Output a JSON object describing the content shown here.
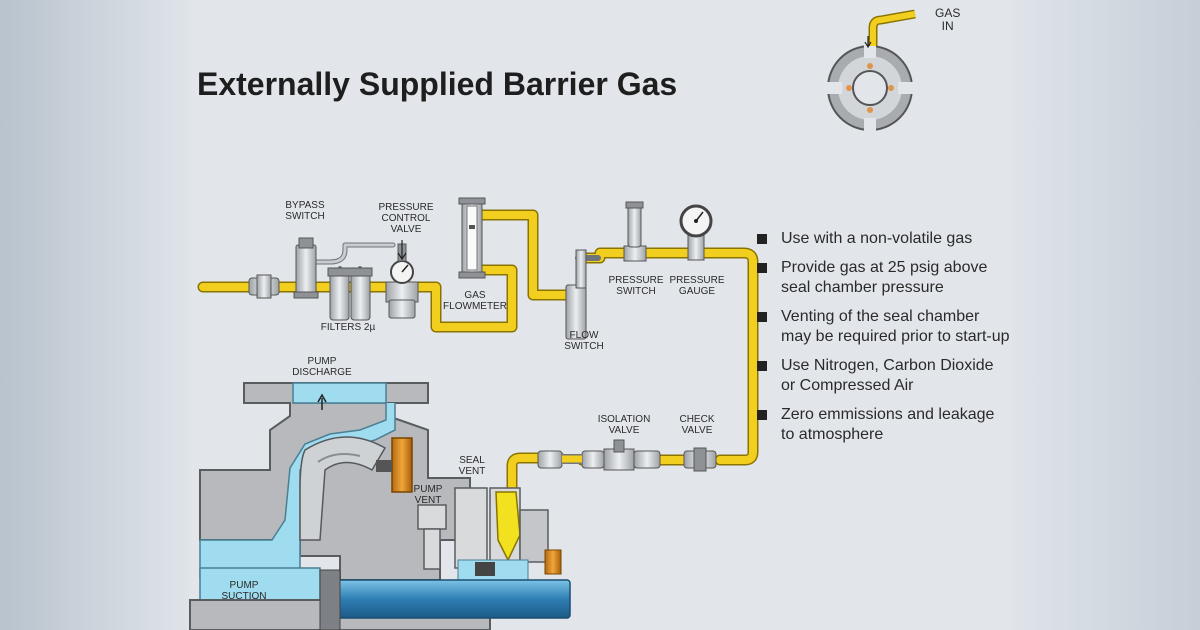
{
  "title": "Externally Supplied Barrier Gas",
  "gas_in": {
    "line1": "GAS",
    "line2": "IN"
  },
  "labels": {
    "bypass_switch": {
      "line1": "BYPASS",
      "line2": "SWITCH"
    },
    "pressure_control_valve": {
      "line1": "PRESSURE",
      "line2": "CONTROL",
      "line3": "VALVE"
    },
    "filters": "FILTERS 2µ",
    "gas_flowmeter": {
      "line1": "GAS",
      "line2": "FLOWMETER"
    },
    "flow_switch": {
      "line1": "FLOW",
      "line2": "SWITCH"
    },
    "pressure_switch": {
      "line1": "PRESSURE",
      "line2": "SWITCH"
    },
    "pressure_gauge": {
      "line1": "PRESSURE",
      "line2": "GAUGE"
    },
    "pump_discharge": {
      "line1": "PUMP",
      "line2": "DISCHARGE"
    },
    "pump_vent": {
      "line1": "PUMP",
      "line2": "VENT"
    },
    "seal_vent": {
      "line1": "SEAL",
      "line2": "VENT"
    },
    "isolation_valve": {
      "line1": "ISOLATION",
      "line2": "VALVE"
    },
    "check_valve": {
      "line1": "CHECK",
      "line2": "VALVE"
    },
    "pump_suction": {
      "line1": "PUMP",
      "line2": "SUCTION"
    }
  },
  "bullets": [
    {
      "text": "Use with a non-volatile gas"
    },
    {
      "text": "Provide gas at 25 psig above seal chamber pressure"
    },
    {
      "text": "Venting of the seal chamber may be required prior to start-up"
    },
    {
      "text": "Use Nitrogen, Carbon Dioxide or Compressed Air"
    },
    {
      "text": "Zero emmissions and leakage to atmosphere"
    }
  ],
  "colors": {
    "gas_line": "#f2cf1f",
    "gas_line_edge": "#8a7400",
    "pump_fluid": "#9fdcef",
    "pump_casing": "#b7b9bc",
    "shaft": "#3f97c7"
  }
}
